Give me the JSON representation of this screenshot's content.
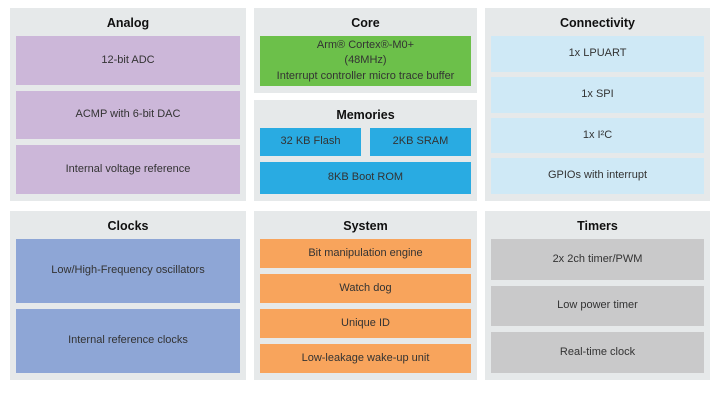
{
  "diagram": {
    "analog": {
      "title": "Analog",
      "items": [
        "12-bit ADC",
        "ACMP with 6-bit DAC",
        "Internal voltage reference"
      ]
    },
    "core": {
      "title": "Core",
      "chip_lines": [
        "Arm® Cortex®-M0+",
        "(48MHz)",
        "Interrupt controller micro trace buffer"
      ]
    },
    "memories": {
      "title": "Memories",
      "flash": "32 KB Flash",
      "sram": "2KB SRAM",
      "boot_rom": "8KB Boot ROM"
    },
    "connectivity": {
      "title": "Connectivity",
      "items": [
        "1x LPUART",
        "1x SPI",
        "1x I²C",
        "GPIOs with interrupt"
      ]
    },
    "clocks": {
      "title": "Clocks",
      "items": [
        "Low/High-Frequency oscillators",
        "Internal reference clocks"
      ]
    },
    "system": {
      "title": "System",
      "items": [
        "Bit manipulation engine",
        "Watch dog",
        "Unique ID",
        "Low-leakage wake-up unit"
      ]
    },
    "timers": {
      "title": "Timers",
      "items": [
        "2x 2ch timer/PWM",
        "Low power timer",
        "Real-time clock"
      ]
    }
  },
  "colors": {
    "panel_background": "#e6e9ea",
    "analog_block": "#ccb7d9",
    "core_block": "#6cc04a",
    "memories_block": "#29abe2",
    "connectivity_block": "#cfe9f6",
    "clocks_block": "#8ea6d6",
    "system_block": "#f8a45c",
    "timers_block": "#c9c9ca"
  }
}
